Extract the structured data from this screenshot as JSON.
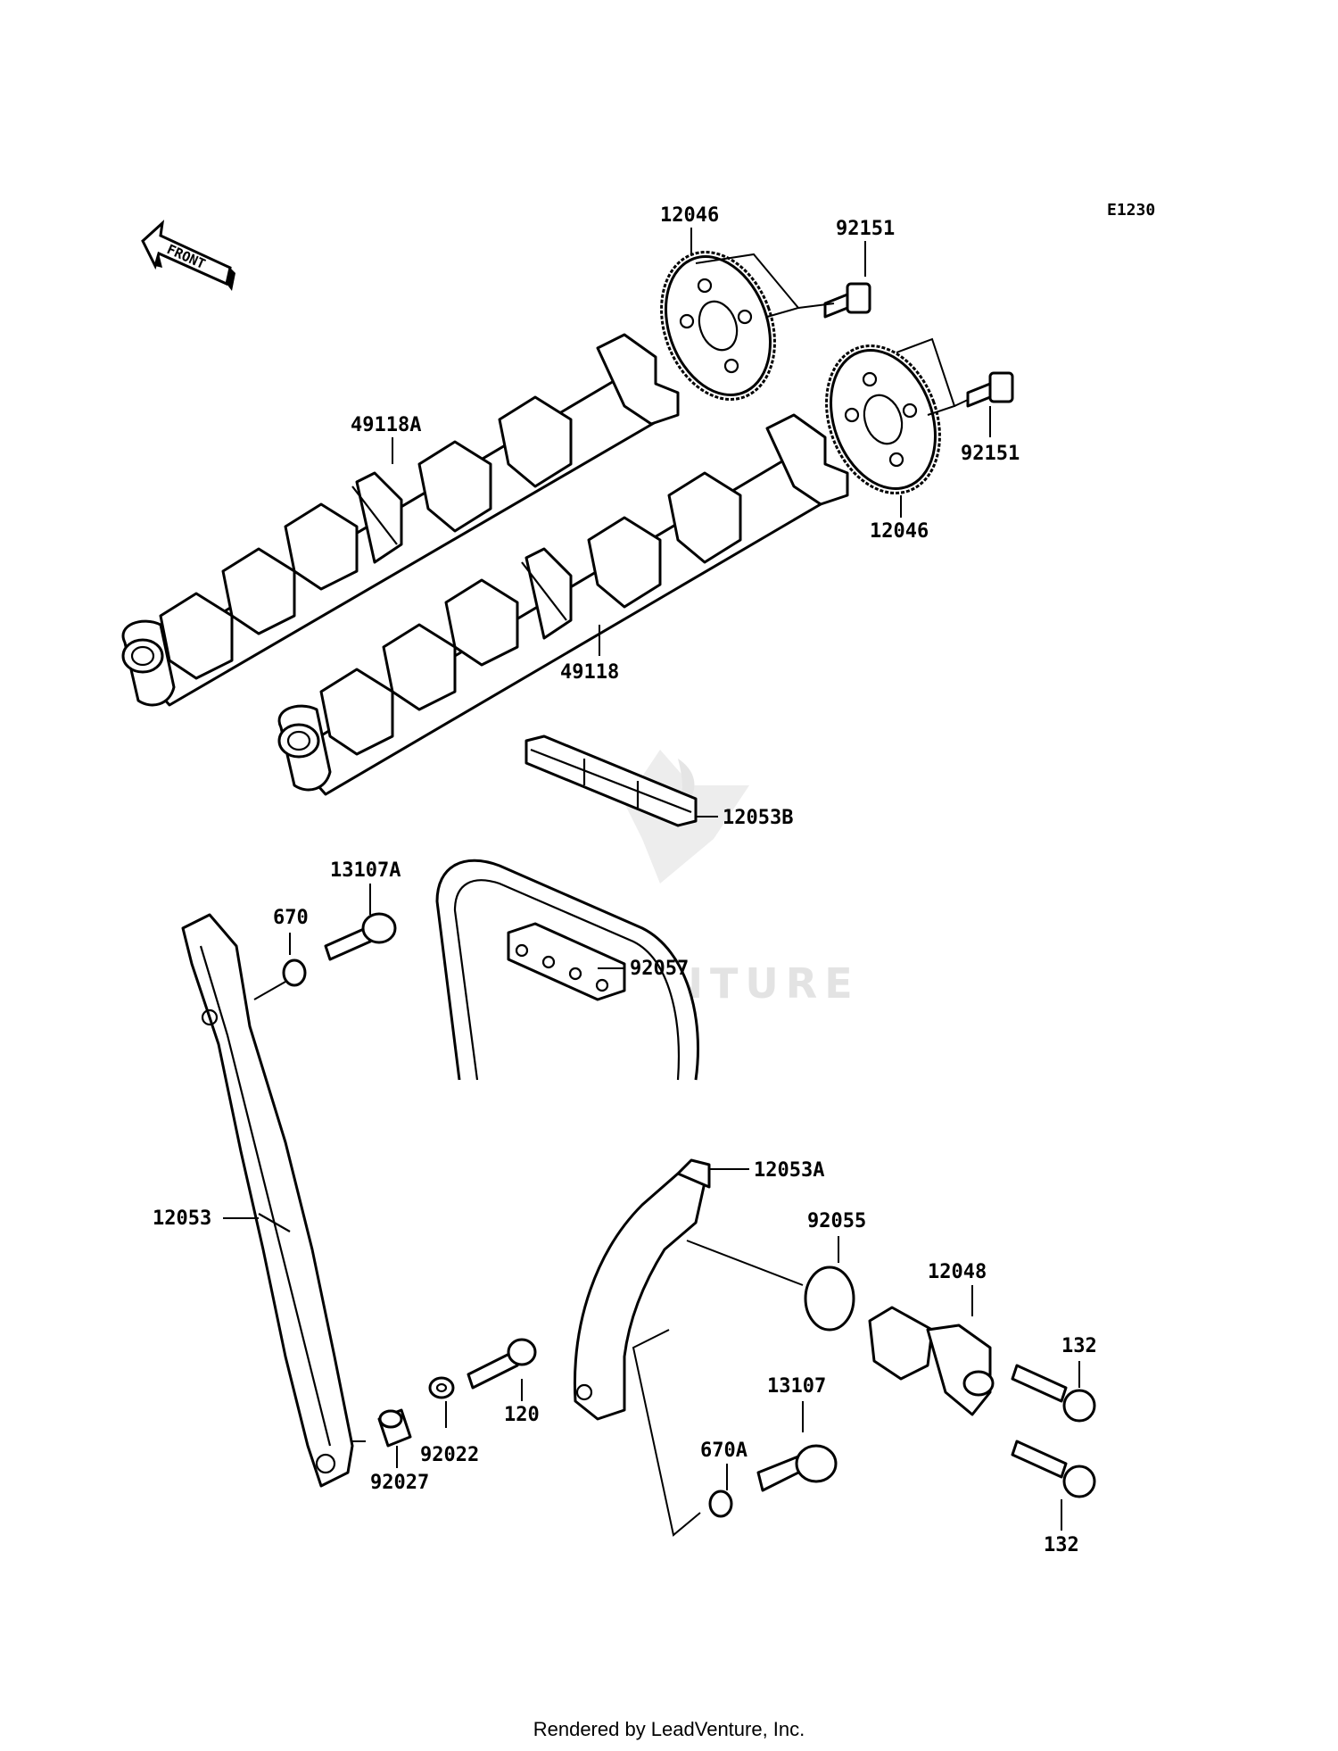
{
  "diagram": {
    "code": "E1230",
    "direction_label": "FRONT",
    "watermark": "LEADVENTURE",
    "footer": "Rendered by LeadVenture, Inc."
  },
  "parts": [
    {
      "id": "p12046a",
      "label": "12046"
    },
    {
      "id": "p92151a",
      "label": "92151"
    },
    {
      "id": "p92151b",
      "label": "92151"
    },
    {
      "id": "p12046b",
      "label": "12046"
    },
    {
      "id": "p49118A",
      "label": "49118A"
    },
    {
      "id": "p49118",
      "label": "49118"
    },
    {
      "id": "p12053B",
      "label": "12053B"
    },
    {
      "id": "p13107A",
      "label": "13107A"
    },
    {
      "id": "p670",
      "label": "670"
    },
    {
      "id": "p92057",
      "label": "92057"
    },
    {
      "id": "p12053",
      "label": "12053"
    },
    {
      "id": "p12053A",
      "label": "12053A"
    },
    {
      "id": "p92055",
      "label": "92055"
    },
    {
      "id": "p12048",
      "label": "12048"
    },
    {
      "id": "p132a",
      "label": "132"
    },
    {
      "id": "p132b",
      "label": "132"
    },
    {
      "id": "p13107",
      "label": "13107"
    },
    {
      "id": "p120",
      "label": "120"
    },
    {
      "id": "p92022",
      "label": "92022"
    },
    {
      "id": "p92027",
      "label": "92027"
    },
    {
      "id": "p670A",
      "label": "670A"
    }
  ]
}
